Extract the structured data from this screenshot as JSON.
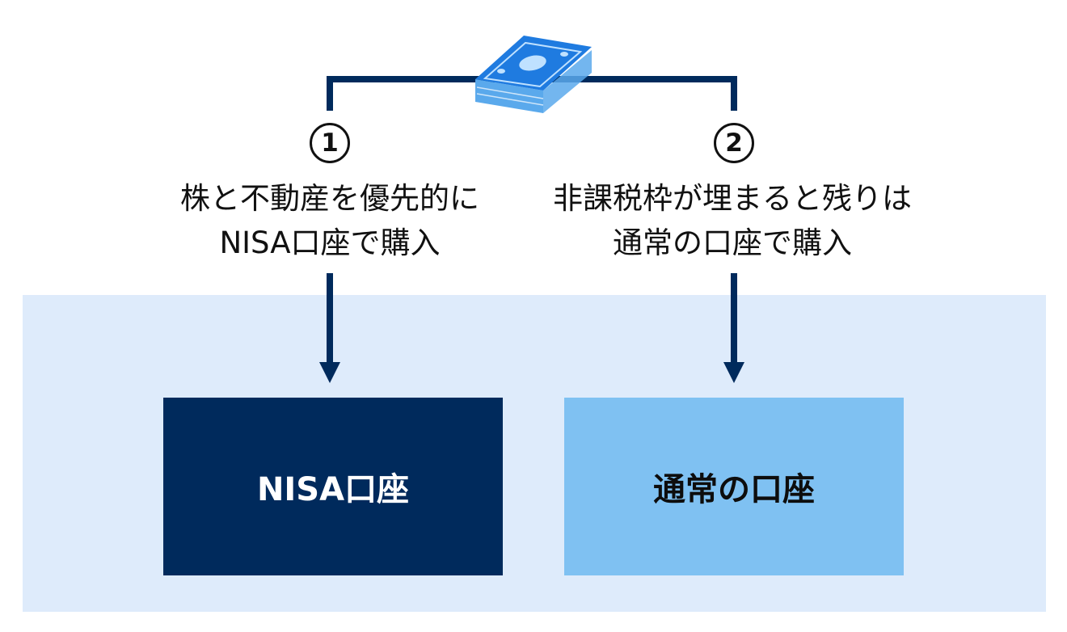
{
  "colors": {
    "panel_bg": "#deebfb",
    "connector": "#002a5c",
    "nisa_box": "#002a5c",
    "nisa_text": "#ffffff",
    "regular_box": "#7fc1f2",
    "regular_text": "#0d0d0d",
    "money_top": "#1f7be0",
    "money_side": "#5aa9ec"
  },
  "money_stack": {
    "icon": "money-stack-icon"
  },
  "steps": [
    {
      "number": "1",
      "line1": "株と不動産を優先的に",
      "line2": "NISA口座で購入"
    },
    {
      "number": "2",
      "line1": "非課税枠が埋まると残りは",
      "line2": "通常の口座で購入"
    }
  ],
  "accounts": {
    "nisa": {
      "label": "NISA口座"
    },
    "regular": {
      "label": "通常の口座"
    }
  }
}
